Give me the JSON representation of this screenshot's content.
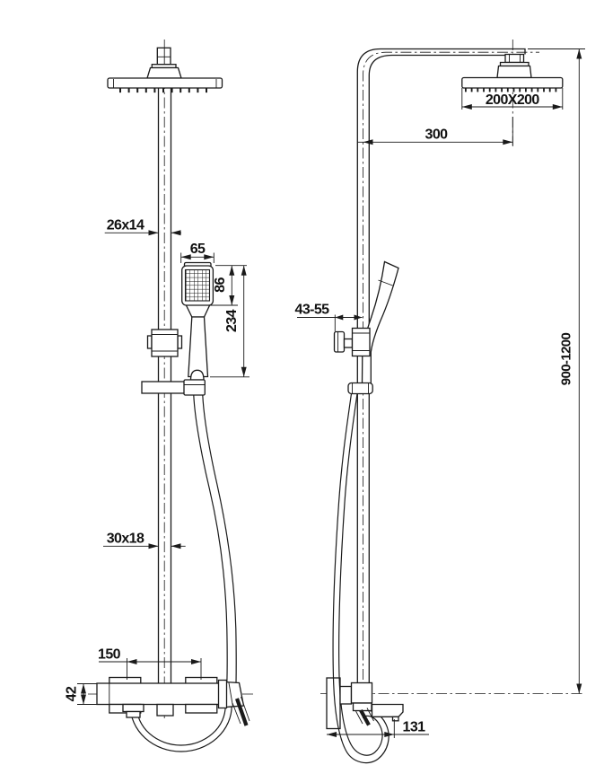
{
  "drawing": {
    "description": "Thermostatic shower column technical drawing, front and side views",
    "dimensions": {
      "upper_pipe_section": "26x14",
      "hand_shower_width": "65",
      "hand_shower_head_height": "86",
      "hand_shower_length": "234",
      "lower_pipe_section": "30x18",
      "handle_spacing": "150",
      "valve_body_height": "42",
      "head_size": "200X200",
      "head_offset": "300",
      "wall_clearance": "43-55",
      "riser_height": "900-1200",
      "spout_reach": "131"
    },
    "colors": {
      "line": "#1a1a1a",
      "background": "#ffffff"
    }
  }
}
